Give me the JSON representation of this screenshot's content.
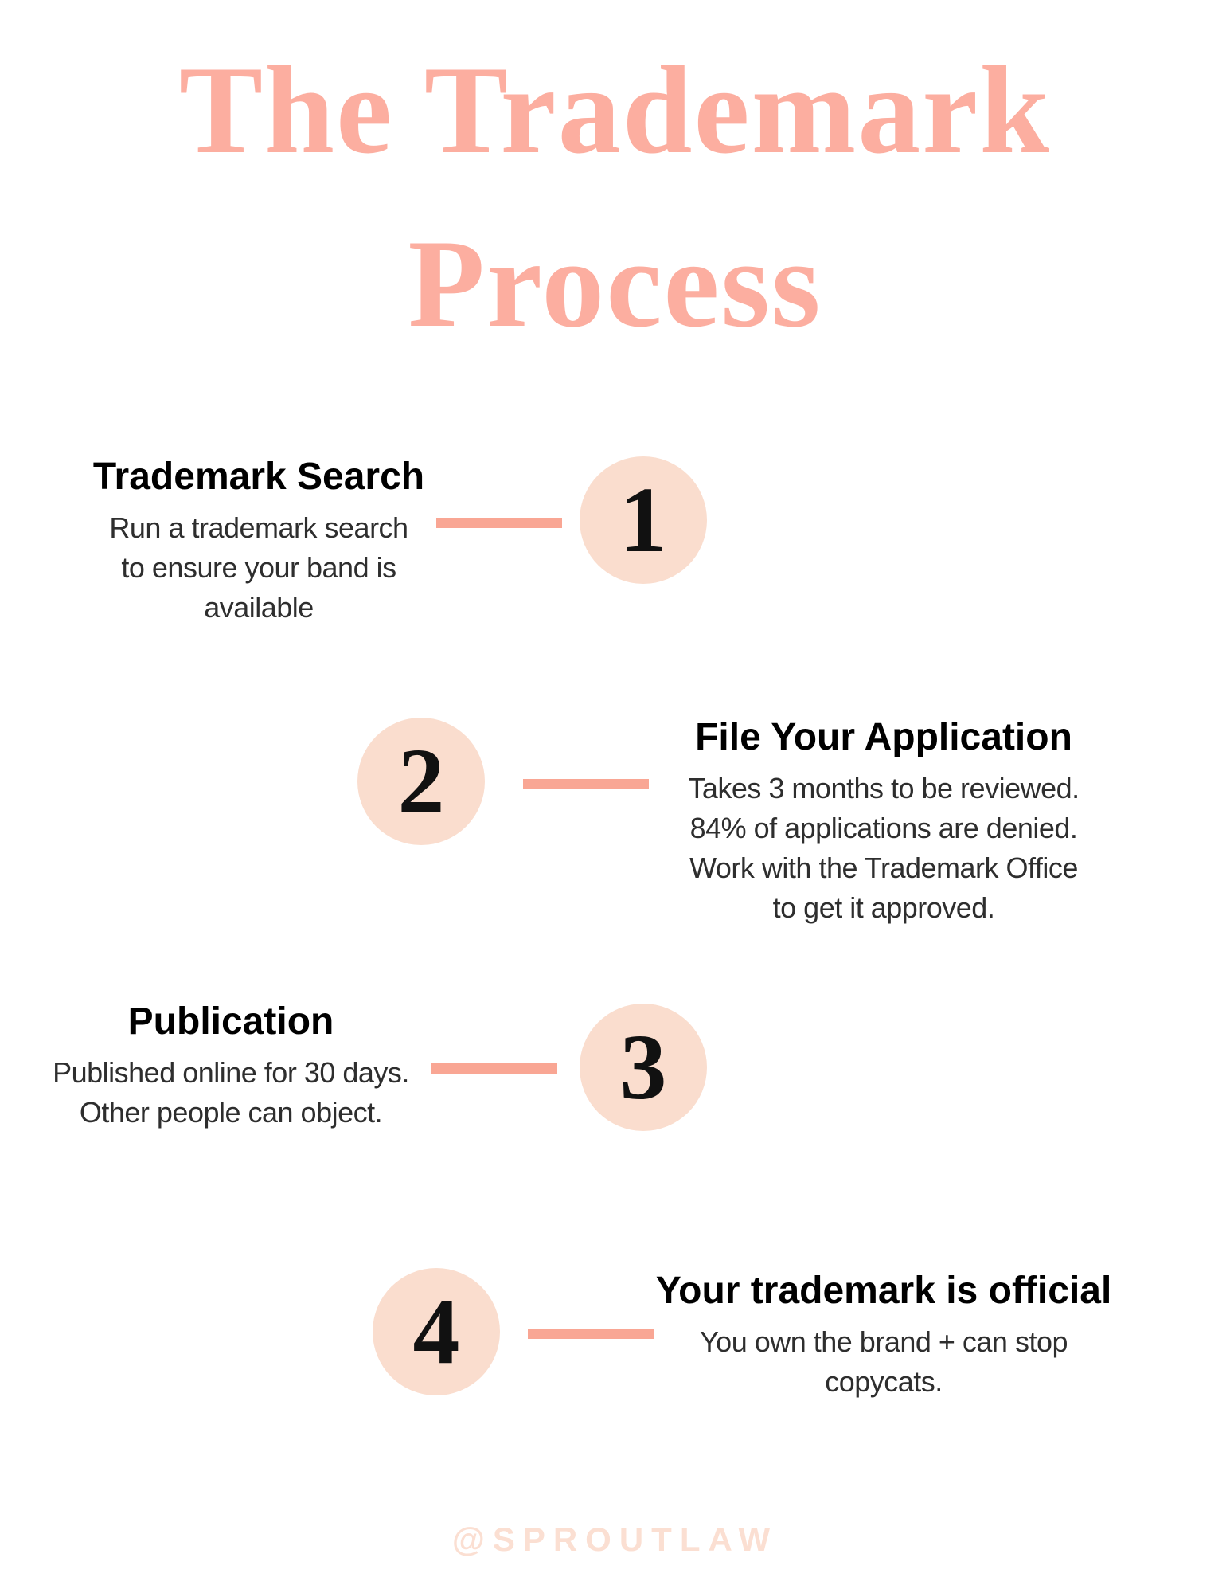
{
  "page": {
    "title_lines": [
      "The Trademark",
      "Process"
    ],
    "footer": "@SPROUTLAW"
  },
  "colors": {
    "background": "#FFFFFF",
    "title_text": "#FCAEA0",
    "connector_line": "#F9A694",
    "circle_fill": "#FADDCE",
    "number_text": "#111111",
    "heading_text": "#000000",
    "body_text": "#2E2E2E",
    "footer_text": "#FBDFD2"
  },
  "steps": [
    {
      "number": "1",
      "title": "Trademark Search",
      "body": [
        "Run a trademark search",
        "to ensure your band is",
        "available"
      ]
    },
    {
      "number": "2",
      "title": "File Your Application",
      "body": [
        "Takes 3 months to be reviewed.",
        "84% of applications are denied.",
        "Work with the Trademark Office",
        "to get it approved."
      ]
    },
    {
      "number": "3",
      "title": "Publication",
      "body": [
        "Published online for 30 days.",
        "Other people can object."
      ]
    },
    {
      "number": "4",
      "title": "Your trademark is official",
      "body": [
        "You own the brand + can stop",
        "copycats."
      ]
    }
  ]
}
